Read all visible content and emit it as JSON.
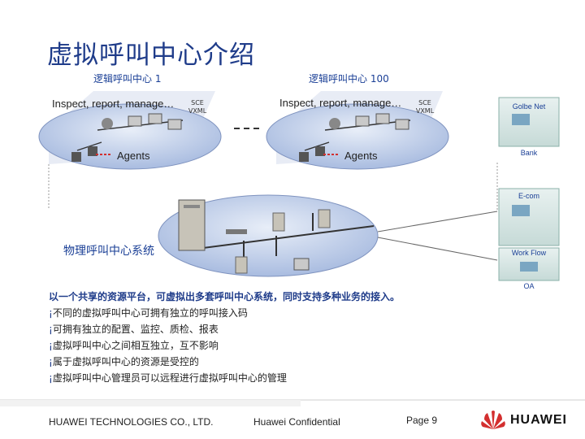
{
  "title": "虚拟呼叫中心介绍",
  "virtual_centers": [
    {
      "label": "逻辑呼叫中心 1",
      "activity": "Inspect, report, manage…",
      "sce_line1": "SCE",
      "sce_line2": "VXML",
      "agents": "Agents"
    },
    {
      "label": "逻辑呼叫中心 100",
      "activity": "Inspect, report, manage…",
      "sce_line1": "SCE",
      "sce_line2": "VXML",
      "agents": "Agents"
    }
  ],
  "physical_label": "物理呼叫中心系统",
  "right_labels": [
    "Golbe Net",
    "Bank",
    "E-com",
    "Work Flow",
    "OA"
  ],
  "lead_text": "以一个共享的资源平台，可虚拟出多套呼叫中心系统，同时支持多种业务的接入。",
  "bullets": [
    "不同的虚拟呼叫中心可拥有独立的呼叫接入码",
    "可拥有独立的配置、监控、质检、报表",
    "虚拟呼叫中心之间相互独立，互不影响",
    "属于虚拟呼叫中心的资源是受控的",
    "虚拟呼叫中心管理员可以远程进行虚拟呼叫中心的管理"
  ],
  "footer": {
    "company": "HUAWEI TECHNOLOGIES CO., LTD.",
    "confidential": "Huawei Confidential",
    "page": "Page 9",
    "brand": "HUAWEI"
  },
  "colors": {
    "title": "#1f3c8a",
    "ellipse": "#b9c7e4",
    "accent": "#d32f2f"
  }
}
